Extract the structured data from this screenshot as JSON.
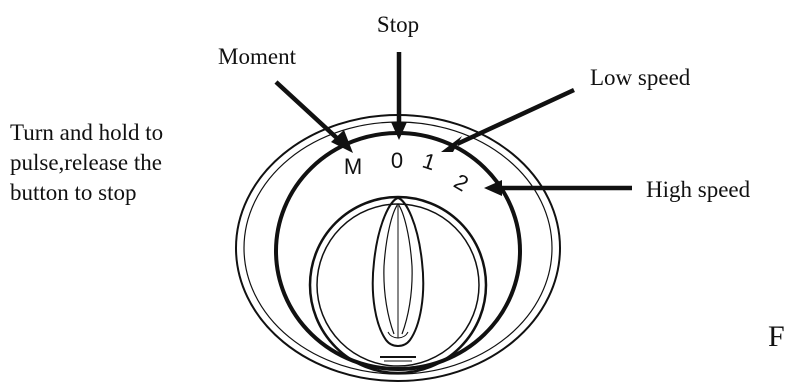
{
  "labels": {
    "stop": "Stop",
    "moment": "Moment",
    "low_speed": "Low speed",
    "high_speed": "High speed",
    "instruction_lines": [
      "Turn and hold to",
      "pulse,release the",
      "button to stop"
    ],
    "edge_letter": "F"
  },
  "dial_marks": {
    "moment": "M",
    "off": "0",
    "low": "1",
    "high": "2"
  },
  "colors": {
    "ink": "#111111",
    "background": "#ffffff"
  }
}
